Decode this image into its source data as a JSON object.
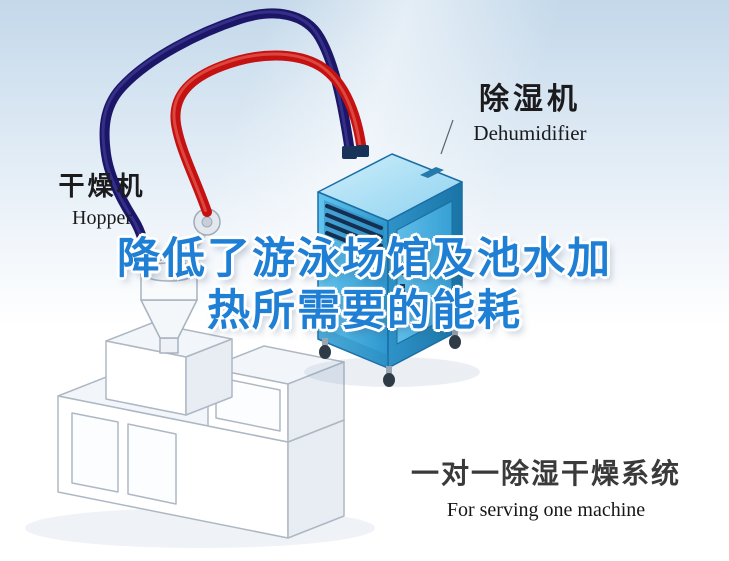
{
  "labels": {
    "dehumidifier": {
      "cn": "除湿机",
      "en": "Dehumidifier"
    },
    "hopper": {
      "cn": "干燥机",
      "en": "Hopper"
    }
  },
  "headline": {
    "line1": "降低了游泳场馆及池水加",
    "line2": "热所需要的能耗"
  },
  "caption": {
    "cn": "一对一除湿干燥系统",
    "en": "For serving one machine"
  },
  "colors": {
    "headline_text": "#1e7fd4",
    "pipe_red": "#c41111",
    "pipe_red_highlight": "#ef6a5a",
    "pipe_navy": "#1c1668",
    "pipe_navy_highlight": "#4a46a0",
    "dehumidifier_body": "#45b0e6",
    "background_top": "#c3d8ea",
    "caption_text": "#3a3a3a",
    "label_text": "#1b1b1d"
  }
}
